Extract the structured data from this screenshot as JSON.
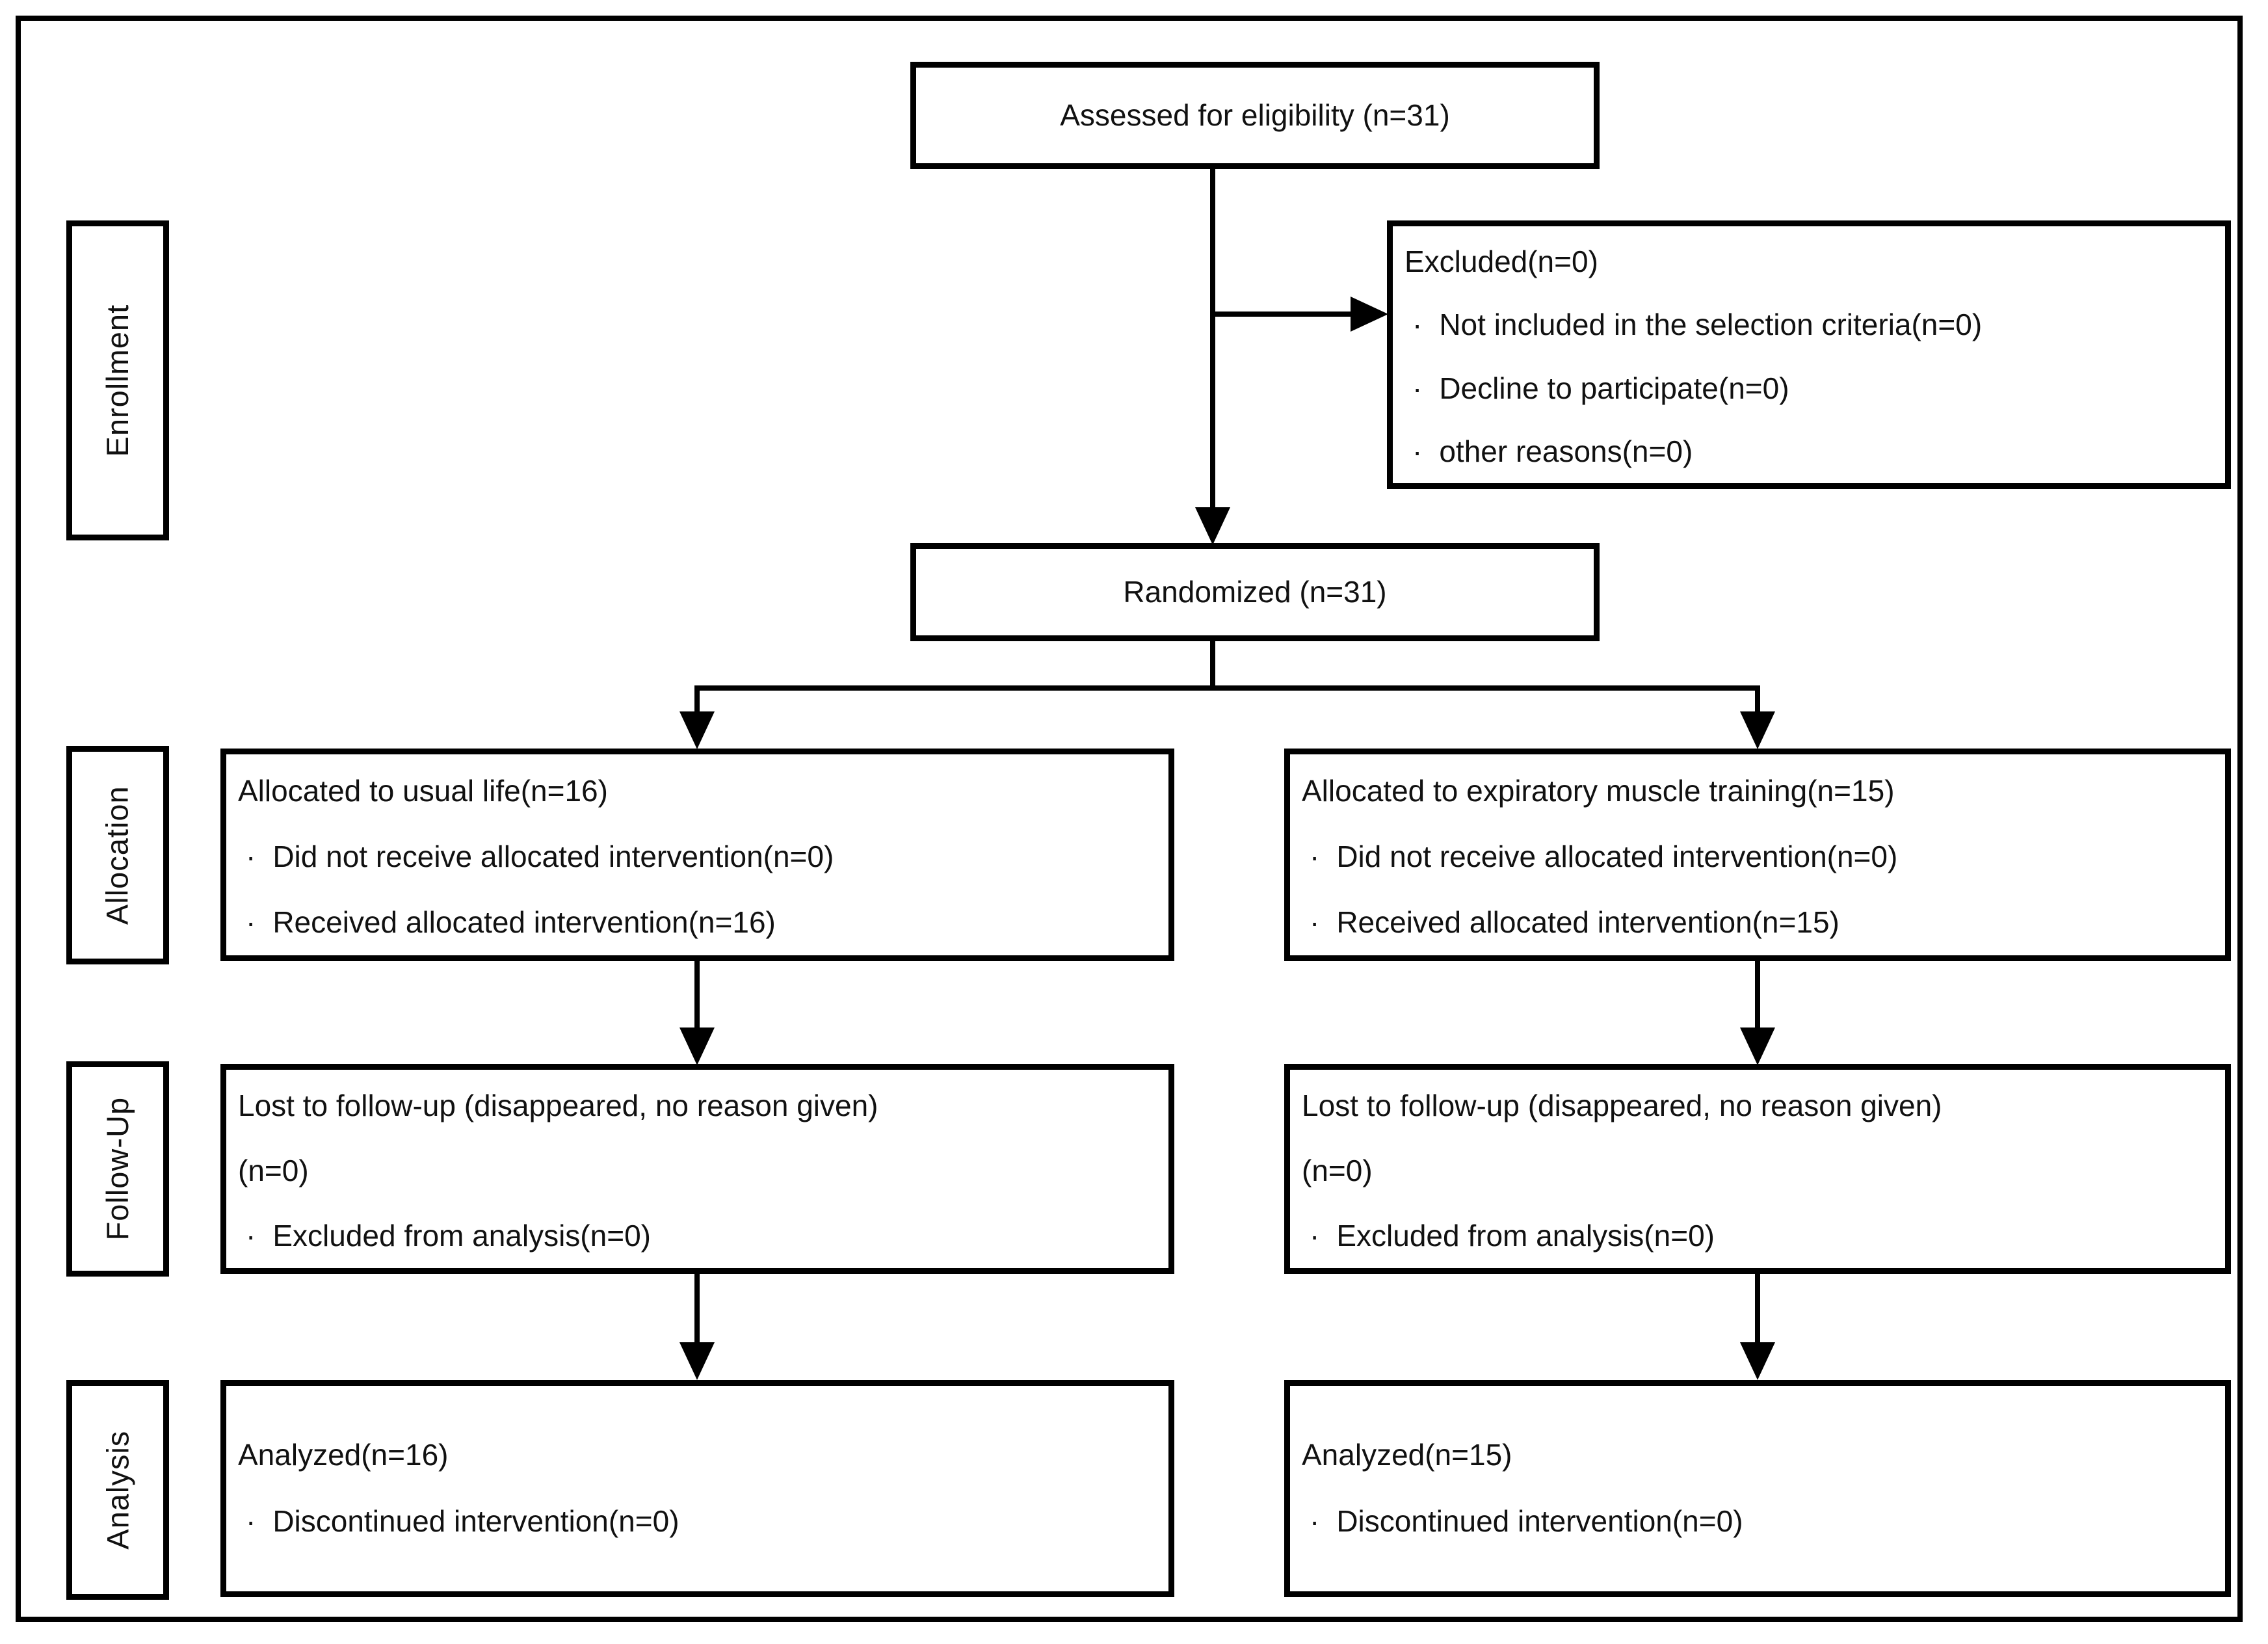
{
  "bullet": "·",
  "line_color": "#000000",
  "stages": {
    "enrollment": "Enrollment",
    "allocation": "Allocation",
    "followup": "Follow-Up",
    "analysis": "Analysis"
  },
  "boxes": {
    "assessed": {
      "label": "Assessed for eligibility (n=31)"
    },
    "excluded": {
      "title": "Excluded(n=0)",
      "items": [
        "Not included in the selection criteria(n=0)",
        "Decline to participate(n=0)",
        "other reasons(n=0)"
      ]
    },
    "randomized": {
      "label": "Randomized (n=31)"
    },
    "alloc_left": {
      "title": "Allocated to usual life(n=16)",
      "items": [
        "Did not receive allocated intervention(n=0)",
        "Received allocated intervention(n=16)"
      ]
    },
    "alloc_right": {
      "title": "Allocated to expiratory muscle training(n=15)",
      "items": [
        "Did not receive allocated intervention(n=0)",
        "Received allocated intervention(n=15)"
      ]
    },
    "followup_left": {
      "title": "Lost to follow-up (disappeared, no reason given)",
      "subtitle": "(n=0)",
      "items": [
        "Excluded from analysis(n=0)"
      ]
    },
    "followup_right": {
      "title": "Lost to follow-up (disappeared, no reason given)",
      "subtitle": "(n=0)",
      "items": [
        "Excluded from analysis(n=0)"
      ]
    },
    "analysis_left": {
      "title": "Analyzed(n=16)",
      "items": [
        "Discontinued intervention(n=0)"
      ]
    },
    "analysis_right": {
      "title": "Analyzed(n=15)",
      "items": [
        "Discontinued intervention(n=0)"
      ]
    }
  }
}
